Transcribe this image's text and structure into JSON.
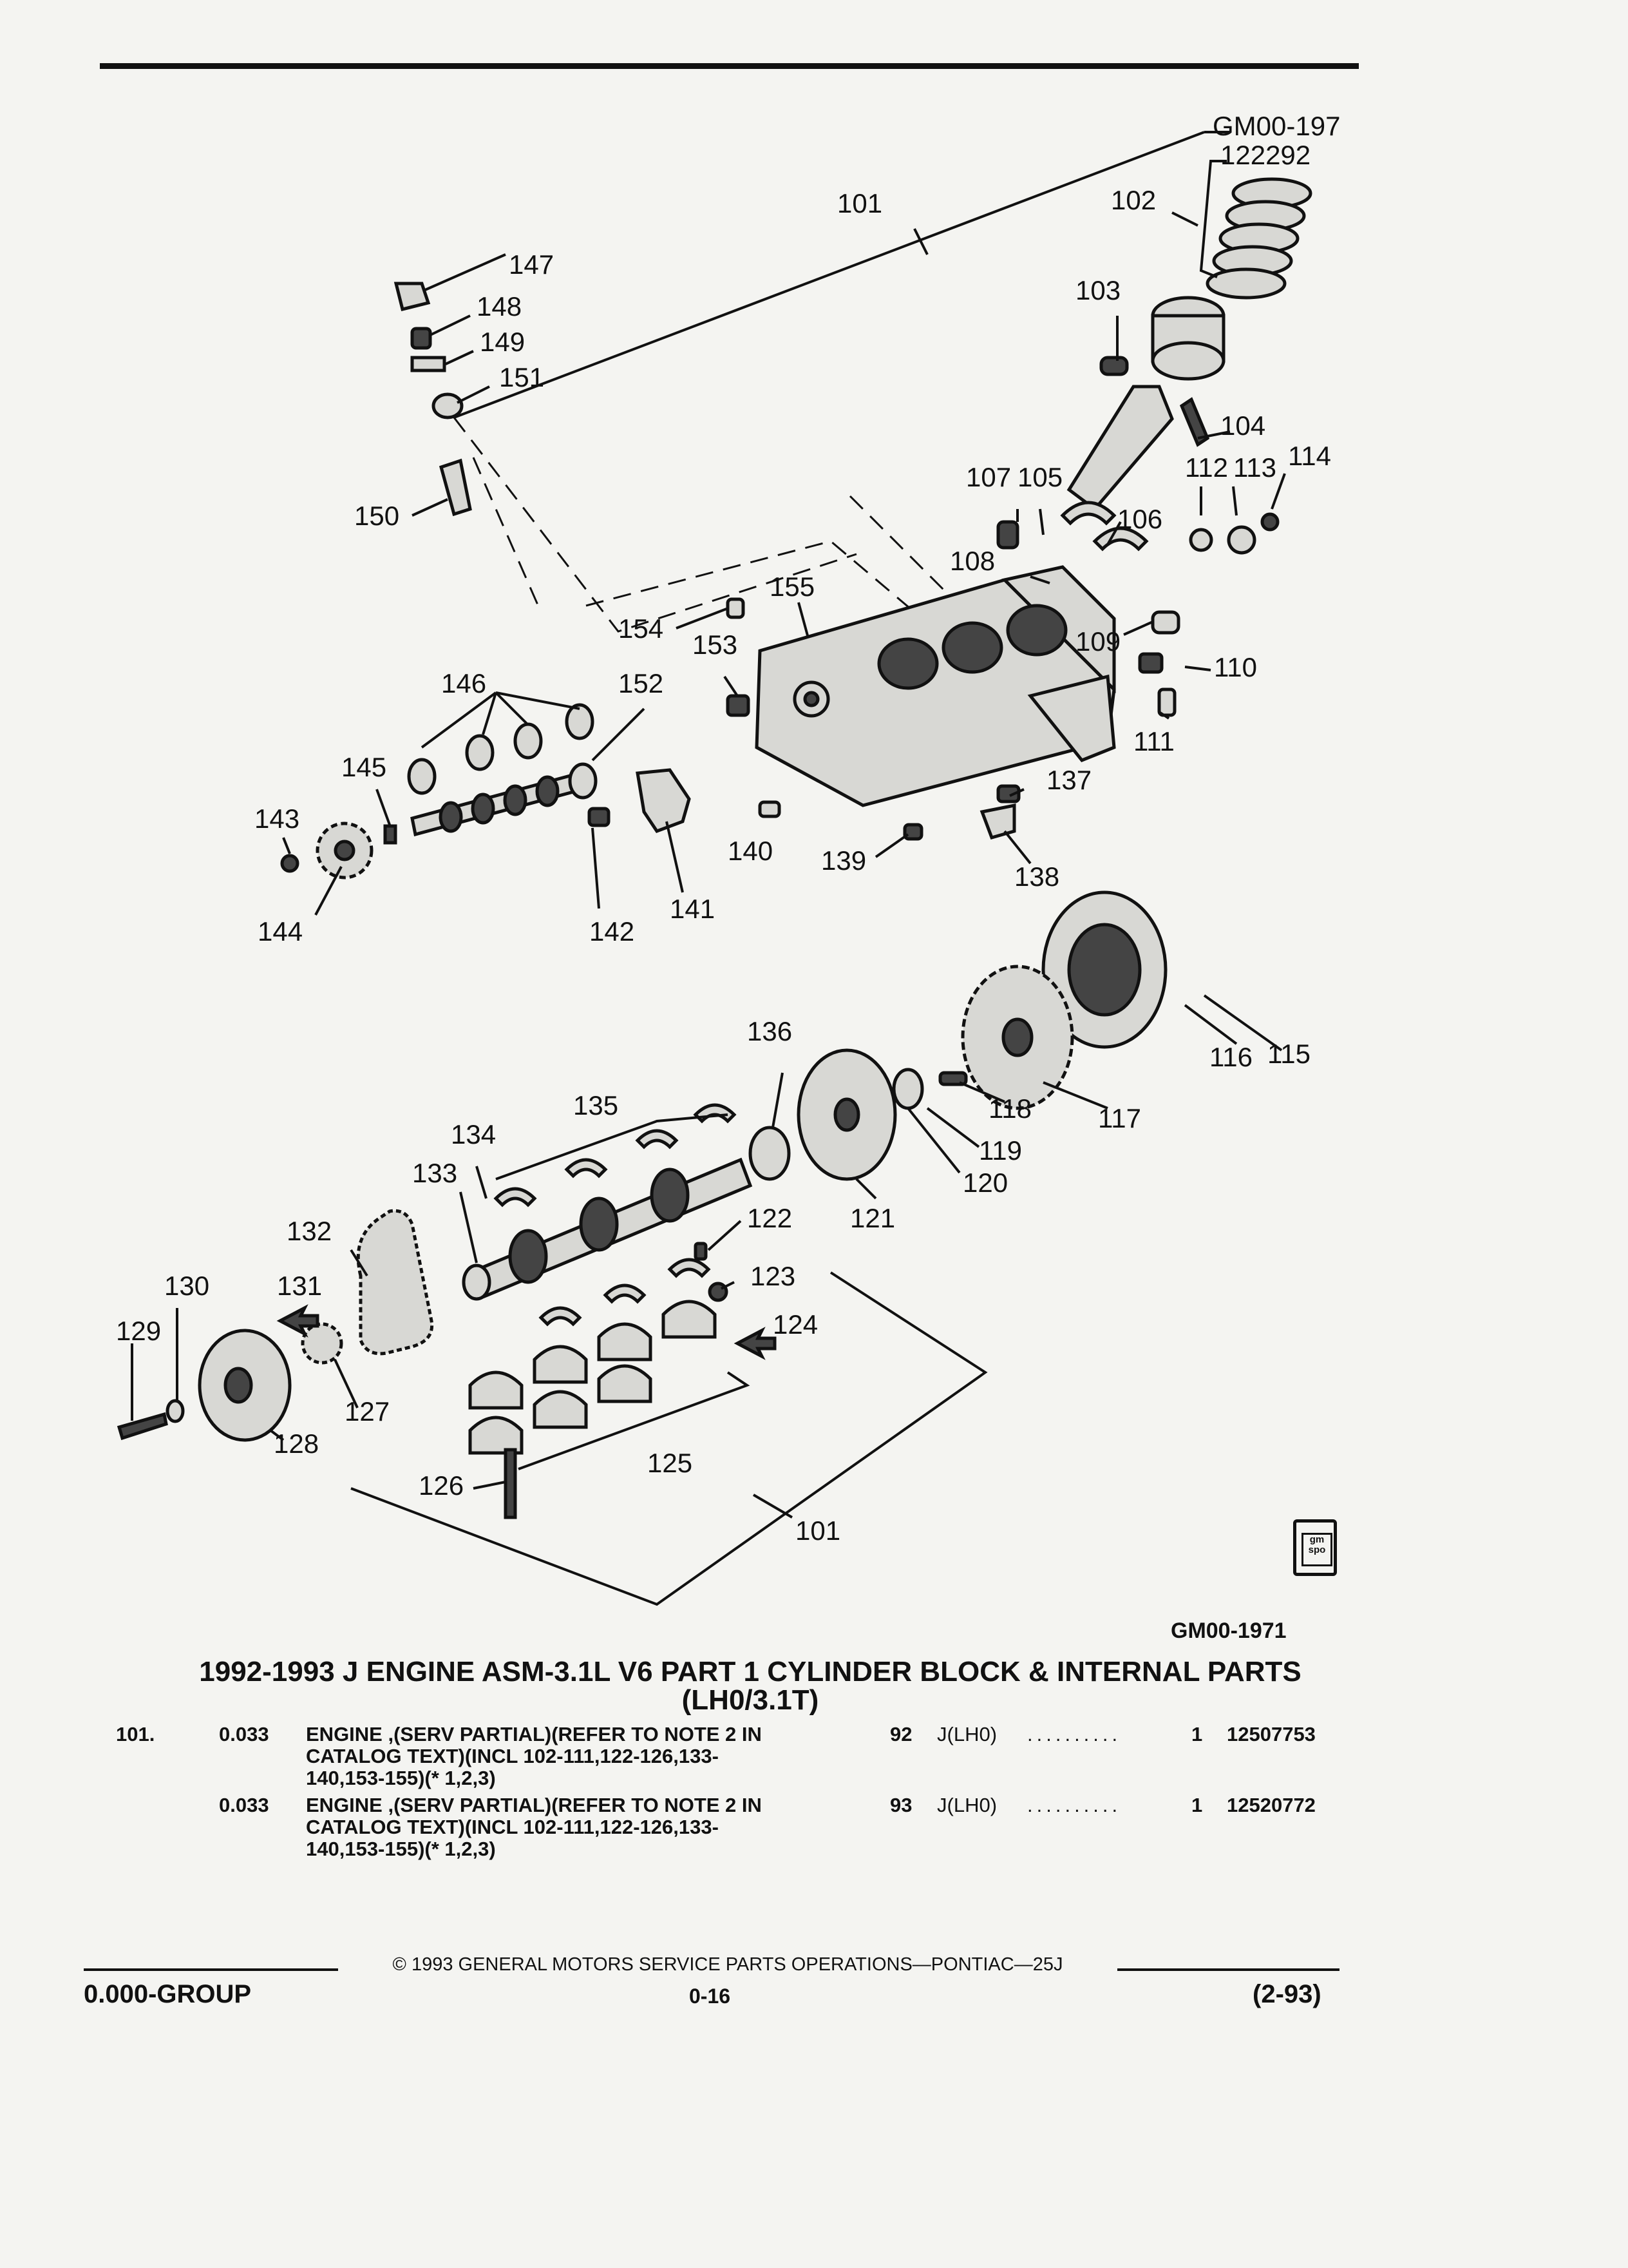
{
  "diagram": {
    "corner_ref_1": "GM00-197",
    "corner_ref_2": "122292",
    "figure_id": "GM00-1971",
    "callouts": {
      "c101a": "101",
      "c101b": "101",
      "c102": "102",
      "c103": "103",
      "c104": "104",
      "c105": "105",
      "c106": "106",
      "c107": "107",
      "c108": "108",
      "c109": "109",
      "c110": "110",
      "c111": "111",
      "c112": "112",
      "c113": "113",
      "c114": "114",
      "c115": "115",
      "c116": "116",
      "c117": "117",
      "c118": "118",
      "c119": "119",
      "c120": "120",
      "c121": "121",
      "c122": "122",
      "c123": "123",
      "c124": "124",
      "c125": "125",
      "c126": "126",
      "c127": "127",
      "c128": "128",
      "c129": "129",
      "c130": "130",
      "c131": "131",
      "c132": "132",
      "c133": "133",
      "c134": "134",
      "c135": "135",
      "c136": "136",
      "c137": "137",
      "c138": "138",
      "c139": "139",
      "c140": "140",
      "c141": "141",
      "c142": "142",
      "c143": "143",
      "c144": "144",
      "c145": "145",
      "c146": "146",
      "c147": "147",
      "c148": "148",
      "c149": "149",
      "c150": "150",
      "c151": "151",
      "c152": "152",
      "c153": "153",
      "c154": "154",
      "c155": "155"
    },
    "badge_text_1": "gm",
    "badge_text_2": "spo"
  },
  "title": {
    "line1": "1992-1993 J ENGINE ASM-3.1L V6 PART 1 CYLINDER BLOCK & INTERNAL PARTS",
    "line2": "(LH0/3.1T)"
  },
  "entries": [
    {
      "item": "101.",
      "qty": "0.033",
      "desc": [
        "ENGINE ,(SERV PARTIAL)(REFER TO NOTE 2 IN",
        "CATALOG TEXT)(INCL 102-111,122-126,133-",
        "140,153-155)(* 1,2,3)"
      ],
      "year": "92",
      "model": "J(LH0)",
      "dots": "..........",
      "count": "1",
      "part_no": "12507753"
    },
    {
      "item": "",
      "qty": "0.033",
      "desc": [
        "ENGINE ,(SERV PARTIAL)(REFER TO NOTE 2 IN",
        "CATALOG TEXT)(INCL 102-111,122-126,133-",
        "140,153-155)(* 1,2,3)"
      ],
      "year": "93",
      "model": "J(LH0)",
      "dots": "..........",
      "count": "1",
      "part_no": "12520772"
    }
  ],
  "footer": {
    "copyright": "© 1993 GENERAL MOTORS SERVICE PARTS OPERATIONS—PONTIAC—25J",
    "group": "0.000-GROUP",
    "page": "0-16",
    "date": "(2-93)"
  }
}
